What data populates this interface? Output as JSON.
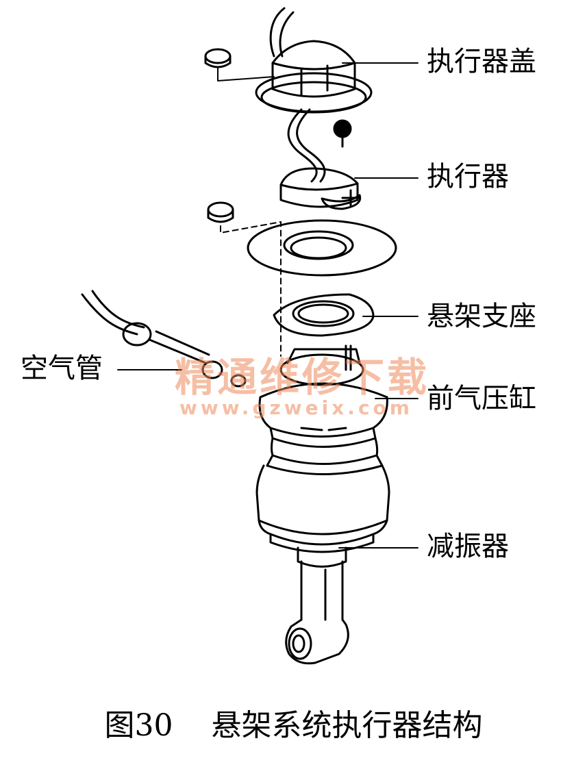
{
  "labels": {
    "actuator_cover": "执行器盖",
    "actuator": "执行器",
    "suspension_mount": "悬架支座",
    "air_tube": "空气管",
    "front_air_cylinder": "前气压缸",
    "shock_absorber": "减振器"
  },
  "watermark": {
    "text": "精通维修下载",
    "url": "www.gzweix.com",
    "color": "#f08a5a"
  },
  "caption": {
    "figure_number": "图30",
    "title": "悬架系统执行器结构"
  }
}
